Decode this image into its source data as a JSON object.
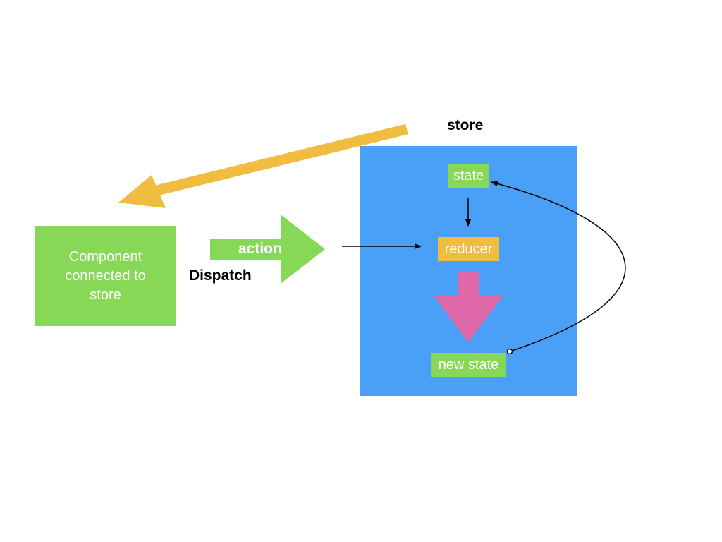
{
  "diagram": {
    "store_title": "store",
    "component_label": "Component connected to store",
    "action_label": "action",
    "dispatch_label": "Dispatch",
    "state_label": "state",
    "reducer_label": "reducer",
    "new_state_label": "new state"
  },
  "colors": {
    "store_box": "#4aa0f6",
    "component_box": "#86d856",
    "state_pill": "#86d856",
    "reducer_pill": "#f0bd40",
    "new_state_pill": "#86d856",
    "action_arrow": "#86d856",
    "store_to_component_arrow": "#f0bd40",
    "reducer_output_arrow": "#df68a8"
  }
}
